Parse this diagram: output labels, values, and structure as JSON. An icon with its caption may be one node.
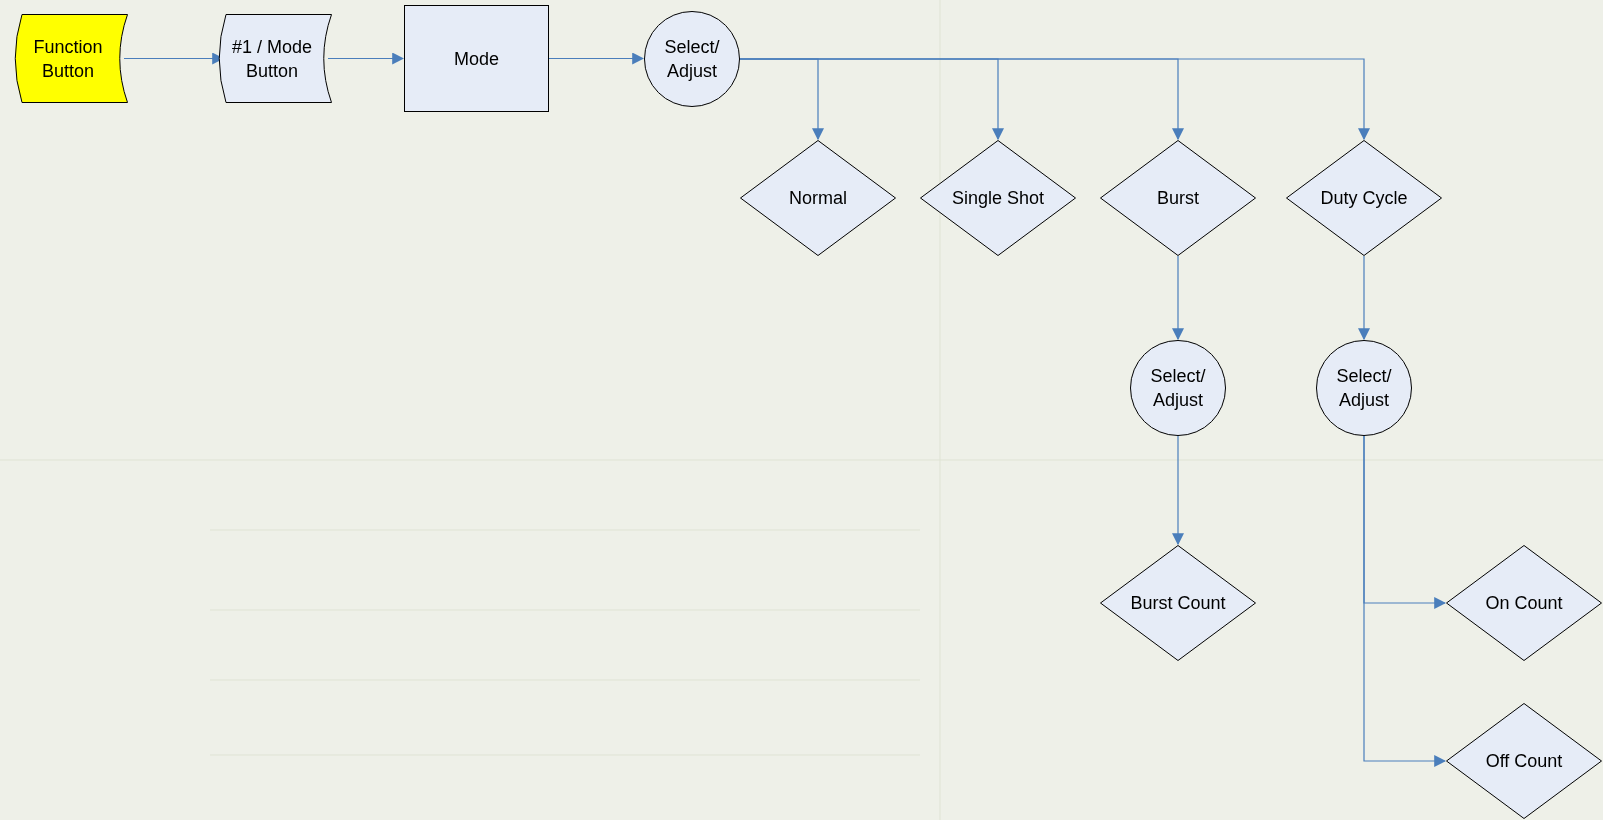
{
  "diagram": {
    "nodes": [
      {
        "text": [
          "Function Button"
        ]
      },
      {
        "text": [
          "#1 / Mode Button"
        ]
      },
      {
        "text": [
          "Mode"
        ]
      },
      {
        "text": [
          "Select/ Adjust"
        ]
      },
      {
        "text": [
          "Normal"
        ]
      },
      {
        "text": [
          "Single Shot"
        ]
      },
      {
        "text": [
          "Burst"
        ]
      },
      {
        "text": [
          "Duty Cycle"
        ]
      },
      {
        "text": [
          "Select/ Adjust"
        ]
      },
      {
        "text": [
          "Select/ Adjust"
        ]
      },
      {
        "text": [
          "Burst Count"
        ]
      },
      {
        "text": [
          "On Count"
        ]
      },
      {
        "text": [
          "Off Count"
        ]
      }
    ],
    "edges": [
      {
        "from": 0,
        "to": 1,
        "arrow": "to"
      },
      {
        "from": 1,
        "to": 2,
        "arrow": "to"
      },
      {
        "from": 2,
        "to": 3,
        "arrow": "to"
      },
      {
        "from": 3,
        "to": 4,
        "arrow": "to"
      },
      {
        "from": 3,
        "to": 5,
        "arrow": "to"
      },
      {
        "from": 3,
        "to": 6,
        "arrow": "to"
      },
      {
        "from": 3,
        "to": 7,
        "arrow": "to"
      },
      {
        "from": 6,
        "to": 8,
        "arrow": "to"
      },
      {
        "from": 7,
        "to": 9,
        "arrow": "to"
      },
      {
        "from": 8,
        "to": 10,
        "arrow": "to"
      },
      {
        "from": 9,
        "to": 11,
        "arrow": "to"
      },
      {
        "from": 9,
        "to": 12,
        "arrow": "to"
      }
    ]
  }
}
